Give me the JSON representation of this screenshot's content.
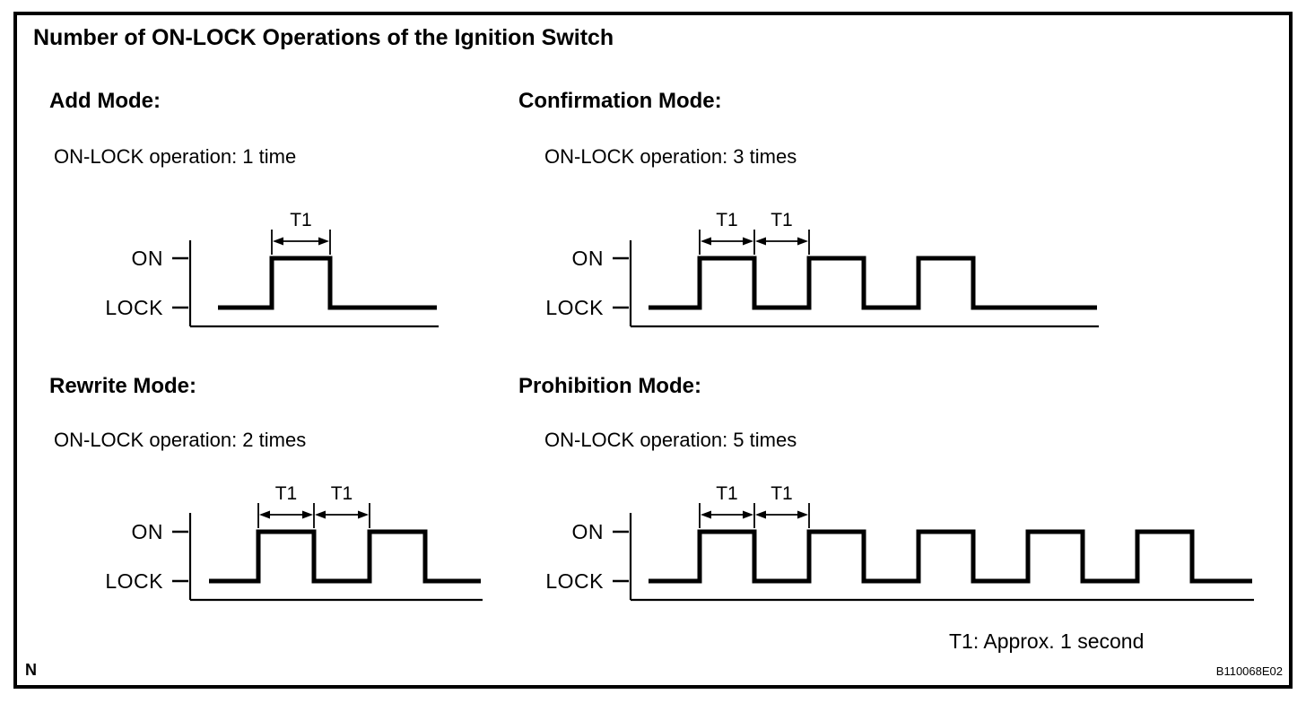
{
  "title": "Number of ON-LOCK Operations of the Ignition Switch",
  "signal_labels": {
    "on": "ON",
    "lock": "LOCK",
    "t1": "T1"
  },
  "modes": [
    {
      "id": "add",
      "heading": "Add Mode:",
      "operation": "ON-LOCK operation: 1 time",
      "pulses": 1,
      "t1_marks": 1
    },
    {
      "id": "confirmation",
      "heading": "Confirmation Mode:",
      "operation": "ON-LOCK operation: 3 times",
      "pulses": 3,
      "t1_marks": 2
    },
    {
      "id": "rewrite",
      "heading": "Rewrite Mode:",
      "operation": "ON-LOCK operation: 2 times",
      "pulses": 2,
      "t1_marks": 2
    },
    {
      "id": "prohibition",
      "heading": "Prohibition Mode:",
      "operation": "ON-LOCK operation: 5 times",
      "pulses": 5,
      "t1_marks": 2
    }
  ],
  "chart_data": {
    "type": "line",
    "subtype": "timing-diagram",
    "levels": [
      "LOCK",
      "ON"
    ],
    "series": [
      {
        "name": "Add Mode",
        "on_lock_operations": 1,
        "t1_annotations": 1
      },
      {
        "name": "Confirmation Mode",
        "on_lock_operations": 3,
        "t1_annotations": 2
      },
      {
        "name": "Rewrite Mode",
        "on_lock_operations": 2,
        "t1_annotations": 2
      },
      {
        "name": "Prohibition Mode",
        "on_lock_operations": 5,
        "t1_annotations": 2
      }
    ],
    "t1_definition": "T1: Approx. 1 second"
  },
  "footer": {
    "t1_note": "T1: Approx. 1 second",
    "figure_code": "B110068E02",
    "page_marker": "N"
  }
}
